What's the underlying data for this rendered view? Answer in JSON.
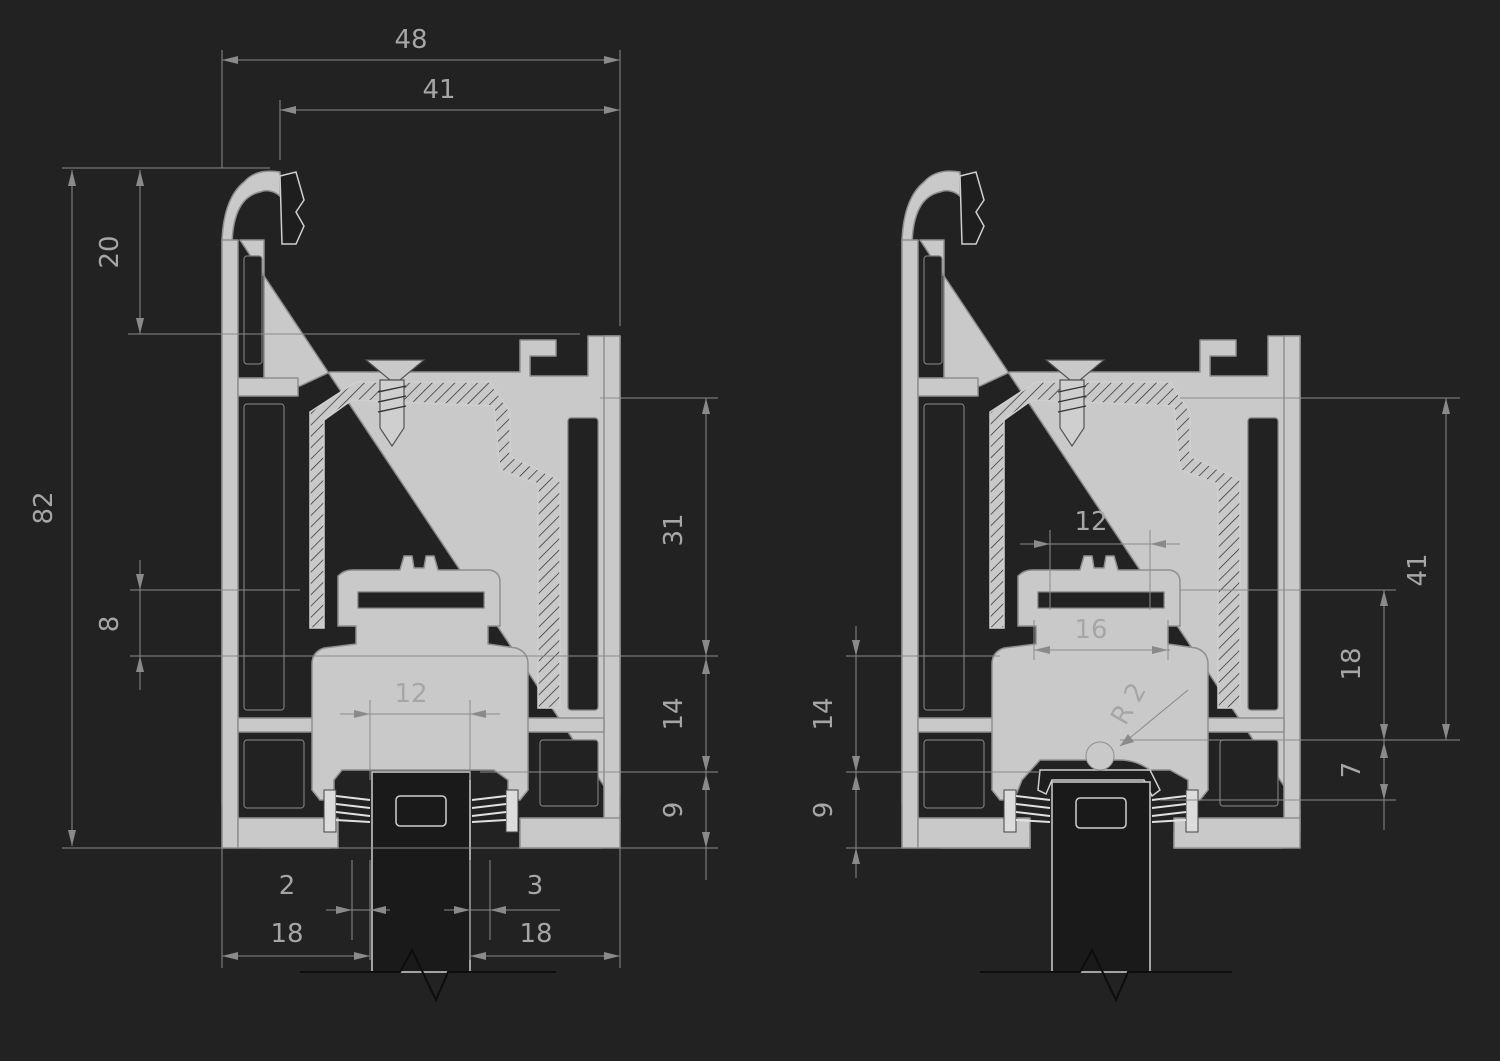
{
  "colors": {
    "background": "#222222",
    "profile": "#c9c9c9",
    "dimension": "#8a8a8a",
    "label": "#a6a6a6"
  },
  "left_section": {
    "dim_overall_width": "48",
    "dim_inner_width": "41",
    "dim_top_height": "20",
    "dim_total_height": "82",
    "dim_step": "8",
    "dim_opening": "12",
    "dim_right_31": "31",
    "dim_right_14": "14",
    "dim_right_9": "9",
    "dim_gap_left": "2",
    "dim_gap_right": "3",
    "dim_bottom_left": "18",
    "dim_bottom_right": "18"
  },
  "right_section": {
    "dim_opening": "12",
    "dim_inner": "16",
    "dim_radius": "R 2",
    "dim_left_14": "14",
    "dim_left_9": "9",
    "dim_right_41": "41",
    "dim_right_18": "18",
    "dim_right_7": "7"
  }
}
